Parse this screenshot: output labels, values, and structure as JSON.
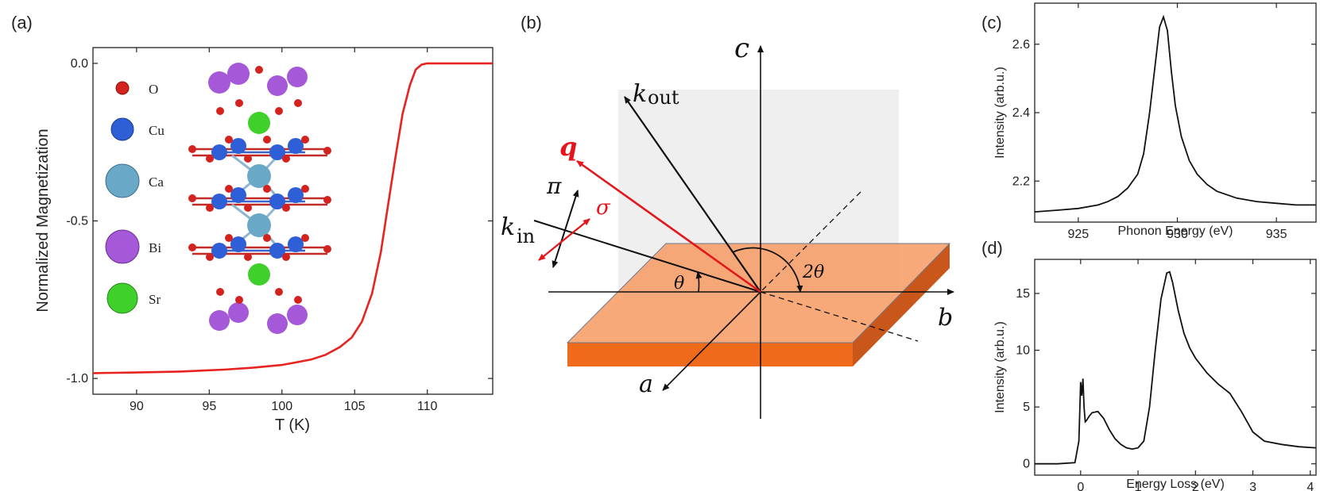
{
  "panels": {
    "a": {
      "tag": "(a)",
      "legend": [
        "O",
        "Cu",
        "Ca",
        "Bi",
        "Sr"
      ]
    },
    "b": {
      "tag": "(b)",
      "labels": {
        "c": "c",
        "b": "b",
        "a": "a",
        "k_out": "k",
        "k_out_sub": "out",
        "k_in": "k",
        "k_in_sub": "in",
        "q": "q",
        "pi": "π",
        "sigma": "σ",
        "theta": "θ",
        "two_theta": "2θ"
      }
    },
    "c": {
      "tag": "(c)"
    },
    "d": {
      "tag": "(d)"
    }
  },
  "colors": {
    "curve_a": "#e8231f",
    "curve_cd": "#111111",
    "slab_top": "#f79a63",
    "slab_front": "#f06a1c",
    "slab_side": "#c9561a",
    "plane": "#e9e9e9",
    "q_red": "#e5161b",
    "O": "#d4231f",
    "Cu": "#2e5fd6",
    "Ca": "#6aa8c8",
    "Bi": "#a558d8",
    "Sr": "#3fd02c"
  },
  "chart_data": [
    {
      "id": "a",
      "type": "line",
      "xlabel": "T (K)",
      "ylabel": "Normalized Magnetization",
      "xlim": [
        87,
        114.5
      ],
      "ylim": [
        -1.05,
        0.05
      ],
      "xticks": [
        90,
        95,
        100,
        105,
        110
      ],
      "yticks": [
        0.0,
        -0.5,
        -1.0
      ],
      "ytick_labels": [
        "0.0",
        "-0.5",
        "-1.0"
      ],
      "series": [
        {
          "x": [
            87,
            90,
            93,
            96,
            98,
            100,
            102,
            103,
            104,
            104.8,
            105.5,
            106.2,
            106.8,
            107.3,
            107.8,
            108.3,
            108.8,
            109.2,
            109.6,
            110,
            112,
            114.5
          ],
          "y": [
            -0.983,
            -0.981,
            -0.978,
            -0.972,
            -0.966,
            -0.957,
            -0.94,
            -0.925,
            -0.9,
            -0.87,
            -0.82,
            -0.73,
            -0.6,
            -0.45,
            -0.3,
            -0.16,
            -0.07,
            -0.02,
            -0.004,
            0.0,
            0.0,
            0.0
          ]
        }
      ]
    },
    {
      "id": "c",
      "type": "line",
      "xlabel": "Phonon Energy (eV)",
      "ylabel": "Intensity (arb.u.)",
      "xlim": [
        922.8,
        937
      ],
      "ylim": [
        2.08,
        2.72
      ],
      "xticks": [
        925,
        930,
        935
      ],
      "yticks": [
        2.2,
        2.4,
        2.6
      ],
      "ytick_labels": [
        "2.2",
        "2.4",
        "2.6"
      ],
      "series": [
        {
          "x": [
            922.8,
            924,
            925,
            926,
            926.5,
            927,
            927.5,
            928,
            928.3,
            928.6,
            928.9,
            929.1,
            929.3,
            929.5,
            929.7,
            929.9,
            930.2,
            930.6,
            931,
            931.5,
            932,
            933,
            934,
            935,
            936,
            937
          ],
          "y": [
            2.11,
            2.115,
            2.12,
            2.13,
            2.14,
            2.155,
            2.18,
            2.22,
            2.28,
            2.4,
            2.55,
            2.65,
            2.68,
            2.64,
            2.52,
            2.42,
            2.33,
            2.26,
            2.22,
            2.19,
            2.17,
            2.15,
            2.14,
            2.135,
            2.13,
            2.13
          ]
        }
      ]
    },
    {
      "id": "d",
      "type": "line",
      "xlabel": "Energy Loss (eV)",
      "ylabel": "Intensity (arb.u.)",
      "xlim": [
        -0.8,
        4.1
      ],
      "ylim": [
        -1,
        18
      ],
      "xticks": [
        0,
        1,
        2,
        3,
        4
      ],
      "yticks": [
        0,
        5,
        10,
        15
      ],
      "ytick_labels": [
        "0",
        "5",
        "10",
        "15"
      ],
      "series": [
        {
          "x": [
            -0.8,
            -0.4,
            -0.1,
            -0.03,
            0.0,
            0.02,
            0.04,
            0.06,
            0.08,
            0.1,
            0.15,
            0.2,
            0.3,
            0.4,
            0.5,
            0.6,
            0.7,
            0.8,
            0.9,
            1.0,
            1.1,
            1.2,
            1.3,
            1.4,
            1.5,
            1.55,
            1.6,
            1.7,
            1.8,
            1.9,
            2.0,
            2.2,
            2.4,
            2.6,
            2.8,
            3.0,
            3.2,
            3.5,
            3.8,
            4.1
          ],
          "y": [
            0,
            0,
            0.1,
            2,
            7.2,
            6.0,
            7.5,
            5.0,
            3.7,
            3.8,
            4.2,
            4.5,
            4.6,
            4.0,
            3.0,
            2.2,
            1.7,
            1.4,
            1.3,
            1.4,
            2.0,
            5.0,
            10.0,
            14.5,
            16.8,
            16.9,
            16.0,
            13.5,
            11.5,
            10.2,
            9.3,
            8.0,
            7.0,
            6.2,
            4.6,
            2.8,
            2.0,
            1.7,
            1.5,
            1.4
          ]
        }
      ]
    }
  ]
}
